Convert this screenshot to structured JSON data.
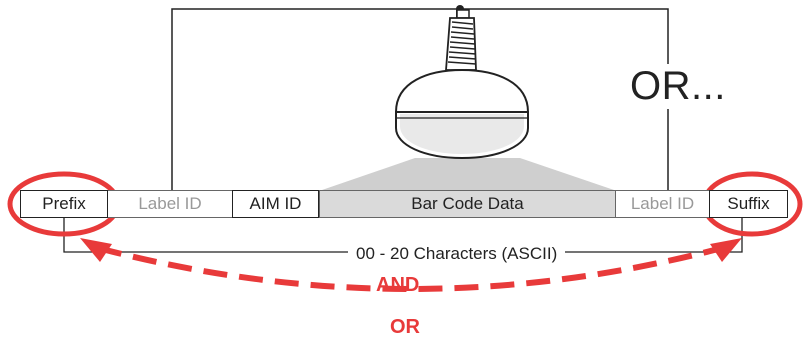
{
  "segments": {
    "prefix": "Prefix",
    "label_id_left": "Label ID",
    "aim_id": "AIM ID",
    "bar_code_data": "Bar Code Data",
    "label_id_right": "Label ID",
    "suffix": "Suffix"
  },
  "or_callout": "OR...",
  "length_note": "00 - 20 Characters (ASCII)",
  "connector": {
    "and_label": "AND",
    "or_label": "OR"
  },
  "colors": {
    "accent": "#e83a3a",
    "data_fill": "#dadada",
    "scanner_shade": "#cfcfcf",
    "muted_text": "#999999"
  },
  "icons": [
    "barcode-scanner-icon",
    "double-arrow-icon"
  ]
}
